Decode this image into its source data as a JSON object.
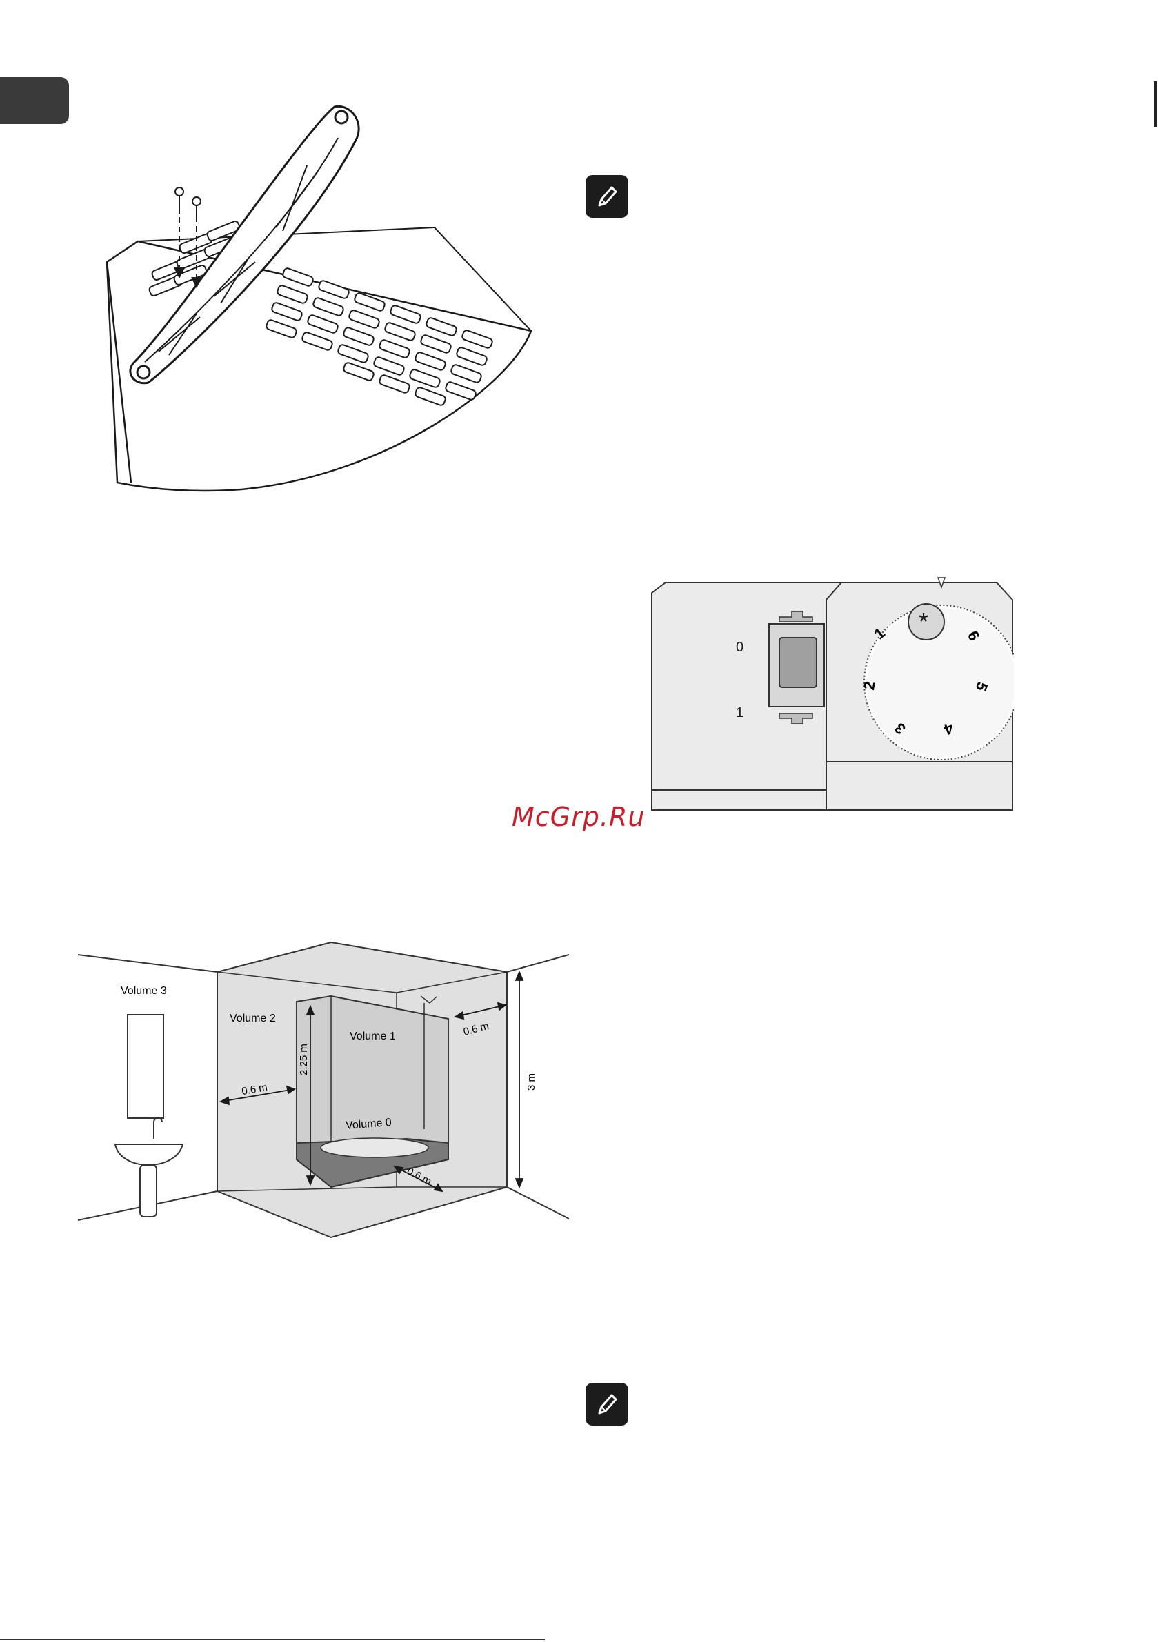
{
  "header": {
    "tab_label": ""
  },
  "watermark": {
    "text": "McGrp.Ru"
  },
  "thermostat": {
    "switch_on": "0",
    "switch_off": "1",
    "dial_frost": "*",
    "dial_labels": [
      "1",
      "2",
      "3",
      "4",
      "5",
      "6"
    ]
  },
  "bathroom": {
    "volume3": "Volume 3",
    "volume2": "Volume 2",
    "volume1": "Volume 1",
    "volume0": "Volume 0",
    "dist_left": "0.6 m",
    "dist_right": "0.6 m",
    "dist_floor": "0.6 m",
    "height_inner": "2.25 m",
    "height_outer": "3 m"
  },
  "footer": {
    "page": ""
  },
  "icons": [
    "pencil-note-icon",
    "pencil-note-icon"
  ]
}
